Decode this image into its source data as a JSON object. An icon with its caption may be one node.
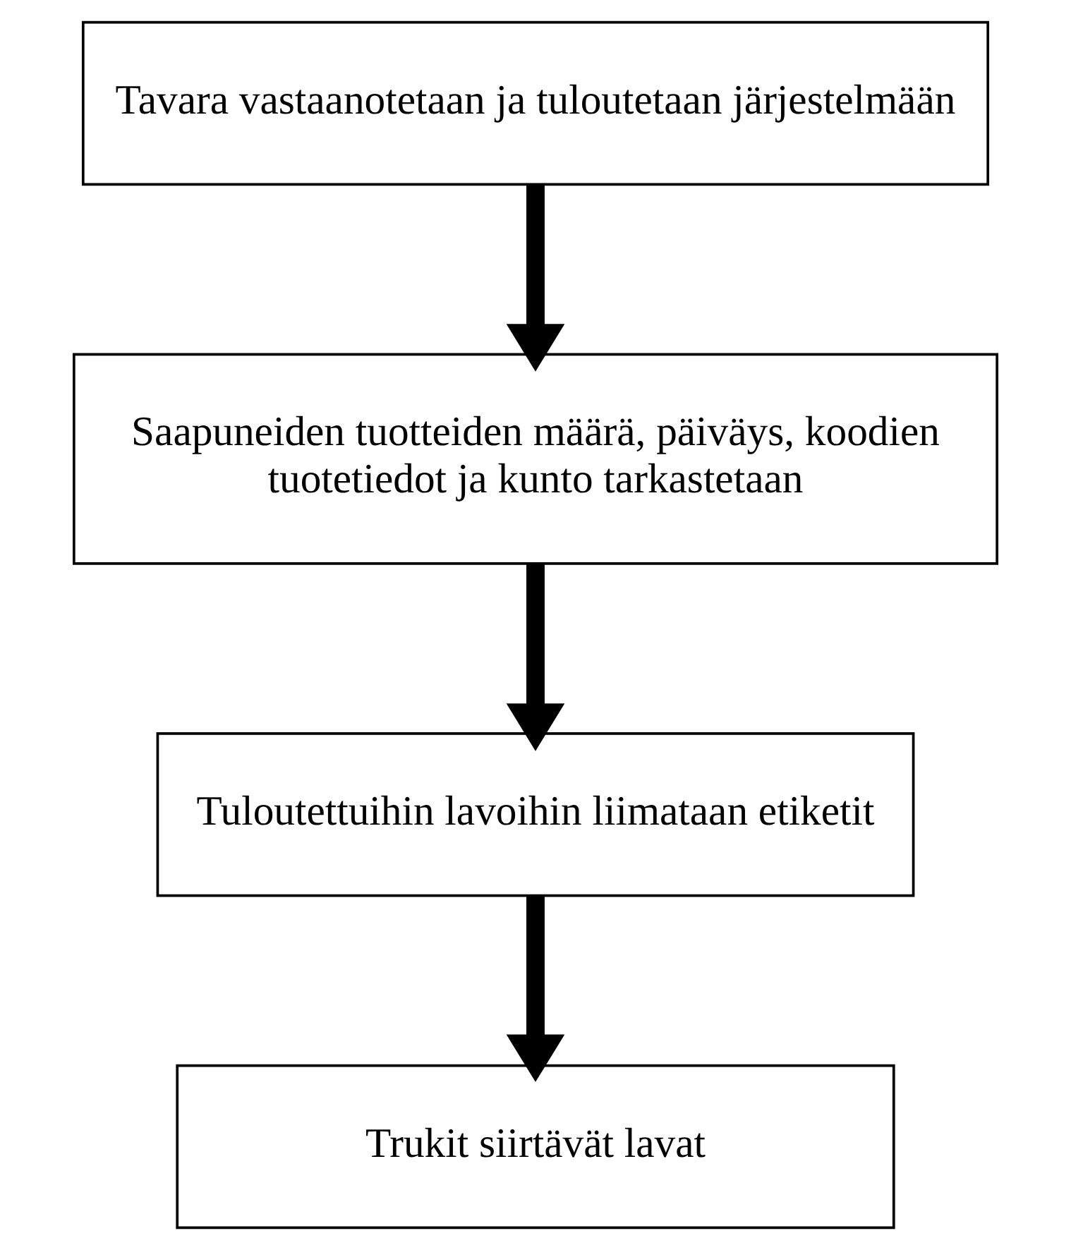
{
  "diagram": {
    "nodes": [
      {
        "text": [
          "Tavara vastaanotetaan ja tuloutetaan järjestelmään"
        ]
      },
      {
        "text": [
          "Saapuneiden tuotteiden määrä, päiväys, koodien tuotetiedot ja kunto tarkastetaan"
        ]
      },
      {
        "text": [
          "Tuloutettuihin lavoihin liimataan etiketit"
        ]
      },
      {
        "text": [
          "Trukit siirtävät lavat"
        ]
      }
    ],
    "edges": [
      {
        "from": 0,
        "to": 1,
        "arrow": "to"
      },
      {
        "from": 1,
        "to": 2,
        "arrow": "to"
      },
      {
        "from": 2,
        "to": 3,
        "arrow": "to"
      }
    ]
  }
}
